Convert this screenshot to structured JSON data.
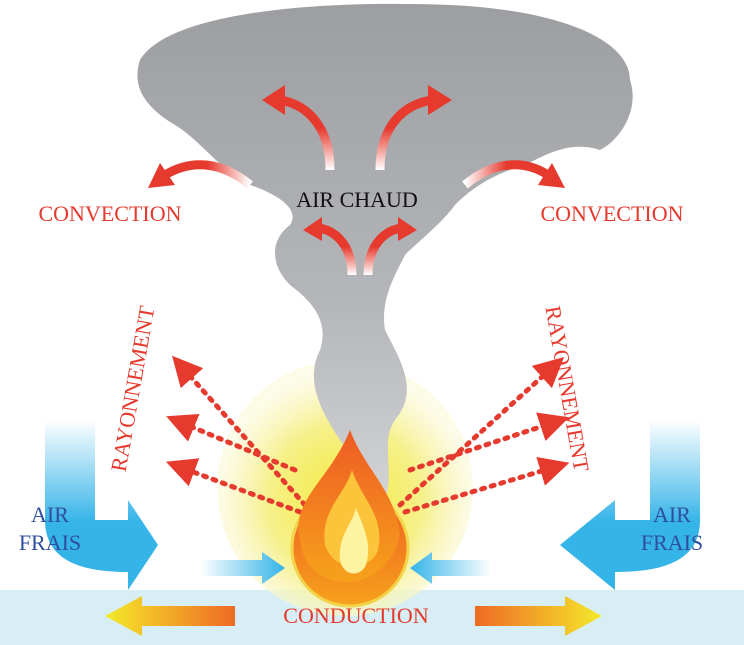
{
  "labels": {
    "hot_air": "AIR CHAUD",
    "convection_left": "CONVECTION",
    "convection_right": "CONVECTION",
    "radiation_left": "RAYONNEMENT",
    "radiation_right": "RAYONNEMENT",
    "fresh_air_left_line1": "AIR",
    "fresh_air_left_line2": "FRAIS",
    "fresh_air_right_line1": "AIR",
    "fresh_air_right_line2": "FRAIS",
    "conduction": "CONDUCTION"
  },
  "colors": {
    "red": "#e63a2e",
    "blue_text": "#2e4f9e",
    "smoke": "#a6a8ab",
    "ground": "#d6eef4",
    "fresh_air": "#35b4e8"
  }
}
